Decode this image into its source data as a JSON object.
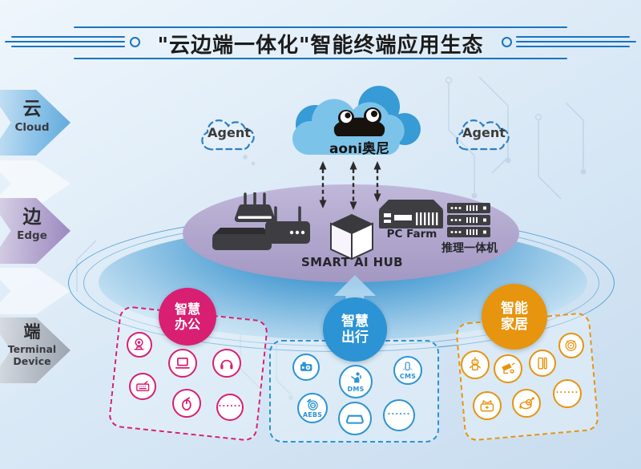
{
  "title": "\"云边端一体化\"智能终端应用生态",
  "levels": [
    {
      "zh": "云",
      "en": "Cloud"
    },
    {
      "zh": "边",
      "en": "Edge"
    },
    {
      "zh": "端",
      "en": "Terminal Device"
    }
  ],
  "cloud_logo": "aoni奥尼",
  "agents": {
    "left": "Agent",
    "right": "Agent"
  },
  "platform": {
    "hub_label": "SMART AI HUB",
    "pc_farm_label": "PC Farm",
    "inference_label": "推理一体机",
    "devices": [
      "wifi-access-point",
      "mini-pc",
      "wifi-router",
      "smart-ai-hub-cube",
      "pc-farm-server",
      "inference-server-stack"
    ]
  },
  "categories": [
    {
      "name_line1": "智慧",
      "name_line2": "办公",
      "color": "#d81f72",
      "items": [
        "ptz-camera-icon",
        "laptop-icon",
        "headphones-icon",
        "keyboard-icon",
        "mouse-icon",
        "ellipsis"
      ]
    },
    {
      "name_line1": "智慧",
      "name_line2": "出行",
      "color": "#2c93d4",
      "items": [
        "dashcam-icon",
        "dms-icon",
        "cms-icon",
        "aebs-icon",
        "windshield-display-icon",
        "ellipsis"
      ]
    },
    {
      "name_line1": "智能",
      "name_line2": "家居",
      "color": "#e7940e",
      "items": [
        "robot-icon",
        "cctv-camera-icon",
        "smart-door-icon",
        "robot-vacuum-icon",
        "pet-feeder-icon",
        "pet-robot-icon",
        "ellipsis"
      ]
    }
  ],
  "labels": {
    "dms": "DMS",
    "cms": "CMS",
    "aebs": "AEBS",
    "ellipsis": "......"
  },
  "colors": {
    "accent_line": "#1b74bd",
    "cloud_front": "#7cc3ea",
    "cloud_back": "#379bd6",
    "platform_fill": "#b0a7cf",
    "pool_top": "#2787c8",
    "device_dark": "#3e3e42",
    "office": "#d81f72",
    "mobility": "#2c93d4",
    "home": "#e7940e"
  }
}
